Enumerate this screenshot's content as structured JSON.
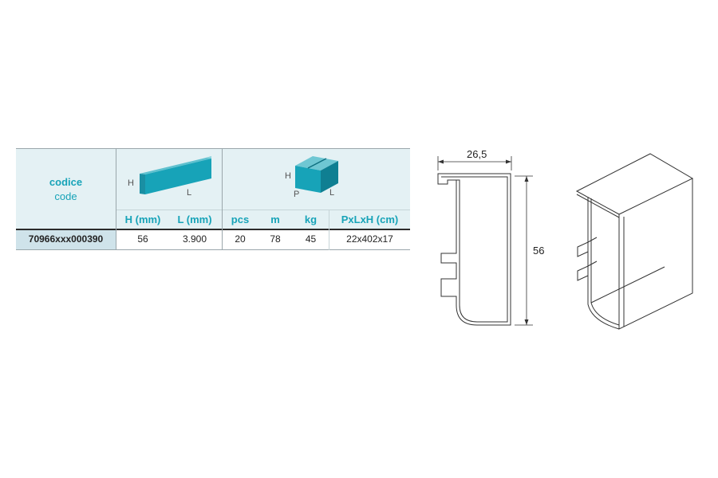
{
  "table": {
    "code_label_it": "codice",
    "code_label_en": "code",
    "icon_profile_labels": {
      "h": "H",
      "l": "L"
    },
    "icon_box_labels": {
      "h": "H",
      "p": "P",
      "l": "L"
    },
    "columns": [
      "H (mm)",
      "L (mm)",
      "pcs",
      "m",
      "kg",
      "PxLxH (cm)"
    ],
    "row": {
      "code": "70966xxx000390",
      "values": [
        "56",
        "3.900",
        "20",
        "78",
        "45",
        "22x402x17"
      ]
    },
    "colors": {
      "accent": "#17a3b8",
      "header_bg": "#e4f1f4",
      "code_bg": "#cfe3ea"
    }
  },
  "drawing": {
    "width_dim": "26,5",
    "height_dim": "56"
  }
}
